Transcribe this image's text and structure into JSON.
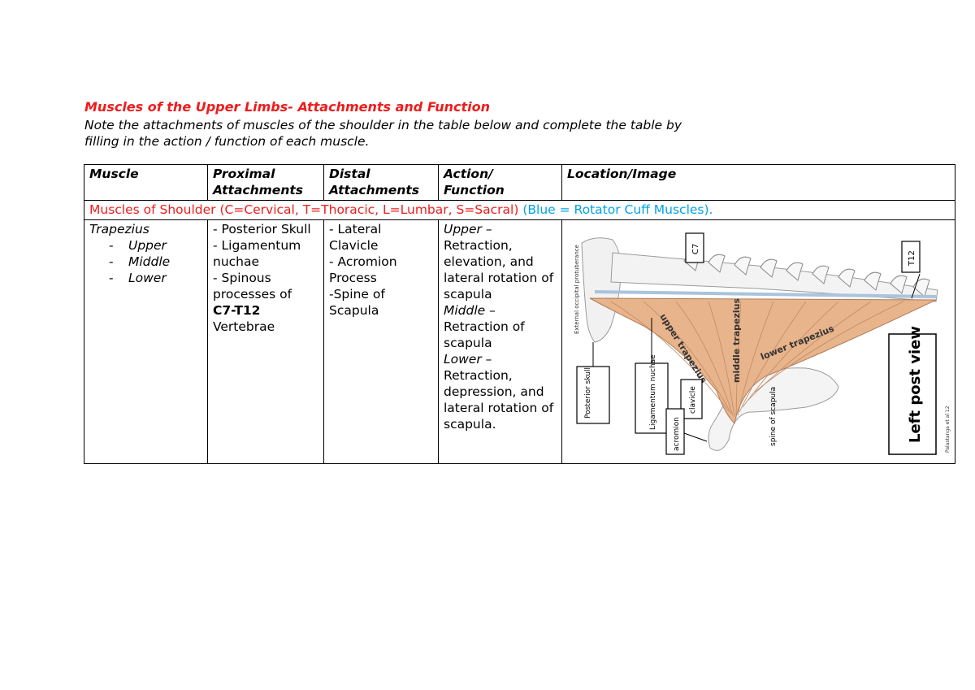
{
  "document": {
    "title": "Muscles of the Upper Limbs- Attachments and Function",
    "intro": "Note the attachments of muscles of the shoulder in the table below and complete the table by filling in the action / function of each muscle."
  },
  "table": {
    "headers": {
      "muscle": "Muscle",
      "proximal": "Proximal Attachments",
      "distal": "Distal Attachments",
      "action": "Action/ Function",
      "location": "Location/Image"
    },
    "section": {
      "red_text": "Muscles of Shoulder (C=Cervical, T=Thoracic, L=Lumbar, S=Sacral)",
      "blue_text": "(Blue = Rotator Cuff Muscles).",
      "red_color": "#ee1c1c",
      "blue_color": "#00a2e8"
    },
    "rows": [
      {
        "muscle": "Trapezius",
        "parts": [
          "Upper",
          "Middle",
          "Lower"
        ],
        "proximal": {
          "line1": "- Posterior Skull",
          "line2": "- Ligamentum nuchae",
          "line3": "- Spinous processes of",
          "bold": "C7-T12",
          "line4": "Vertebrae"
        },
        "distal": {
          "line1": "- Lateral Clavicle",
          "line2": "- Acromion Process",
          "line3": "-Spine of Scapula"
        },
        "action": {
          "upper_label": "Upper",
          "upper_text": "– Retraction, elevation, and lateral rotation of scapula",
          "middle_label": "Middle",
          "middle_text": "– Retraction of scapula",
          "lower_label": "Lower",
          "lower_text": "– Retraction, depression, and lateral rotation of scapula."
        },
        "image": {
          "labels": {
            "c7": "C7",
            "t12": "T12",
            "external_occipital": "External occipital protuberance",
            "upper_trapezius": "upper trapezius",
            "middle_trapezius": "middle trapezius",
            "lower_trapezius": "lower trapezius",
            "posterior_skull": "Posterior skull",
            "ligamentum_nuchae": "Ligamentum nuchae",
            "clavicle": "clavicle",
            "acromion": "acromion",
            "spine_of_scapula": "spine of scapula",
            "view": "Left post view",
            "credit": "Palastanga et al 12"
          },
          "colors": {
            "muscle": "#e8b48c",
            "bone": "#f1f1f1",
            "ligament": "#a9c4dc"
          }
        }
      }
    ]
  }
}
